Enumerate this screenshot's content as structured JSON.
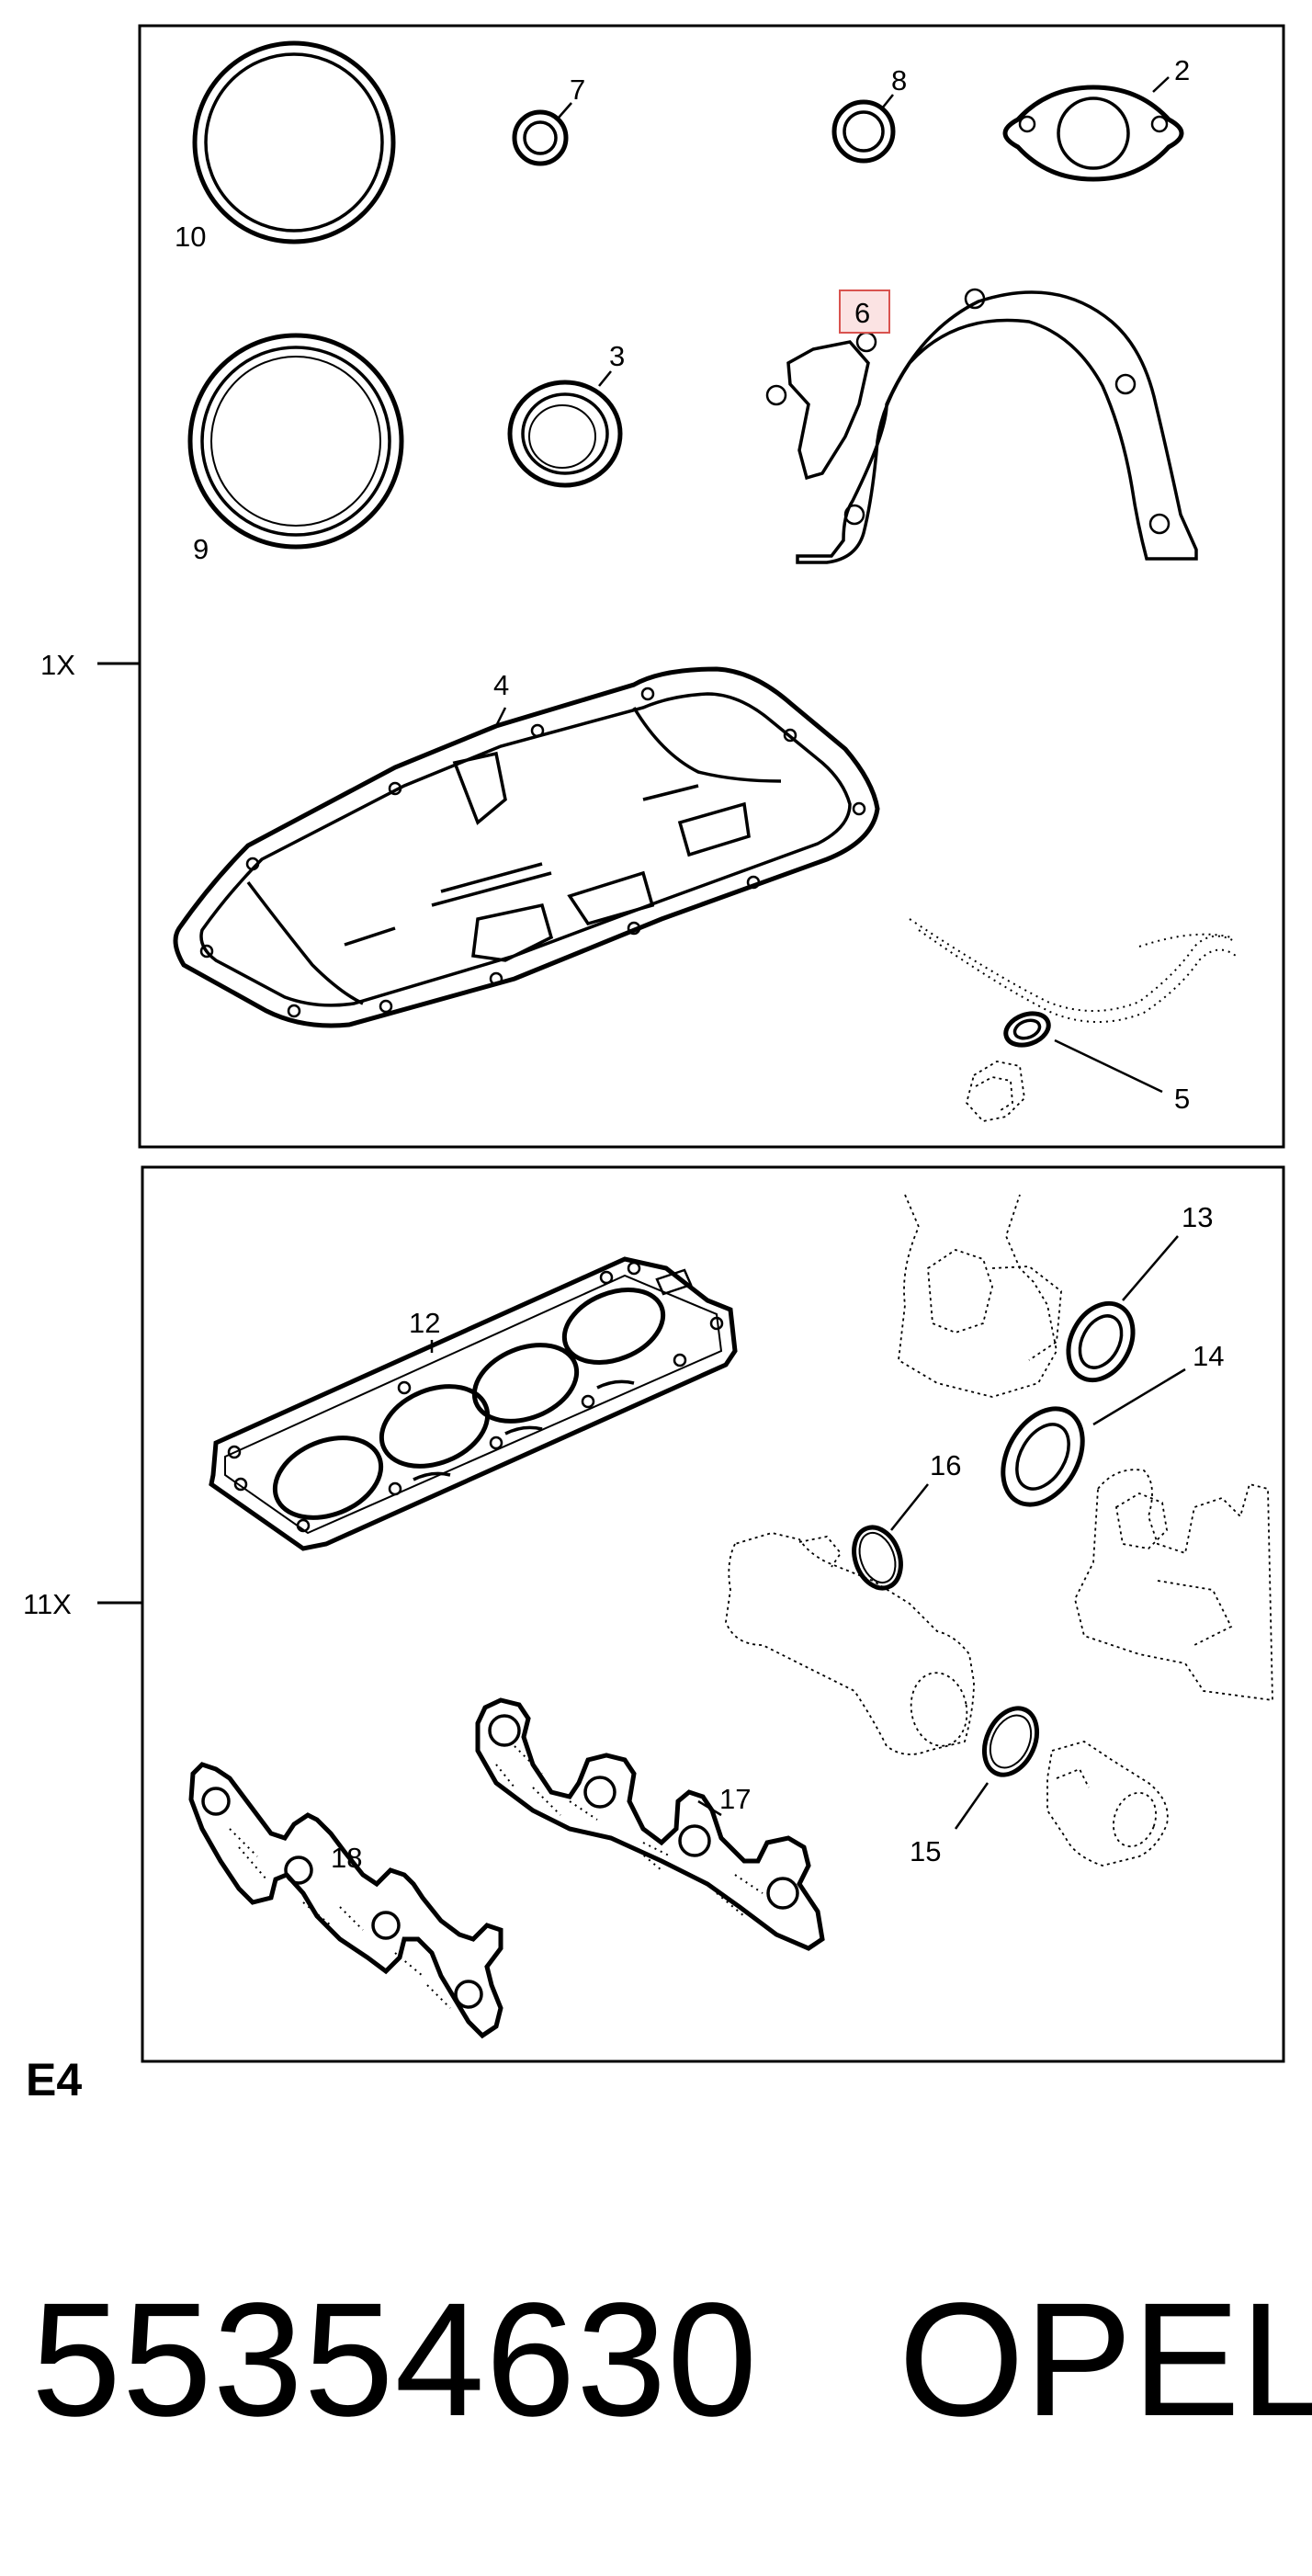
{
  "diagram": {
    "groups": [
      {
        "id": "group-upper",
        "quantity_label": "1X",
        "part_labels": [
          "10",
          "7",
          "8",
          "2",
          "9",
          "3",
          "6",
          "4",
          "5"
        ]
      },
      {
        "id": "group-lower",
        "quantity_label": "11X",
        "part_labels": [
          "12",
          "13",
          "14",
          "16",
          "15",
          "17",
          "18"
        ]
      }
    ],
    "highlighted_part": "6",
    "highlight_color": "#d9534f",
    "highlight_fill": "#fbe3e3"
  },
  "footer": {
    "section_code": "E4",
    "part_number": "55354630",
    "brand": "OPEL"
  }
}
